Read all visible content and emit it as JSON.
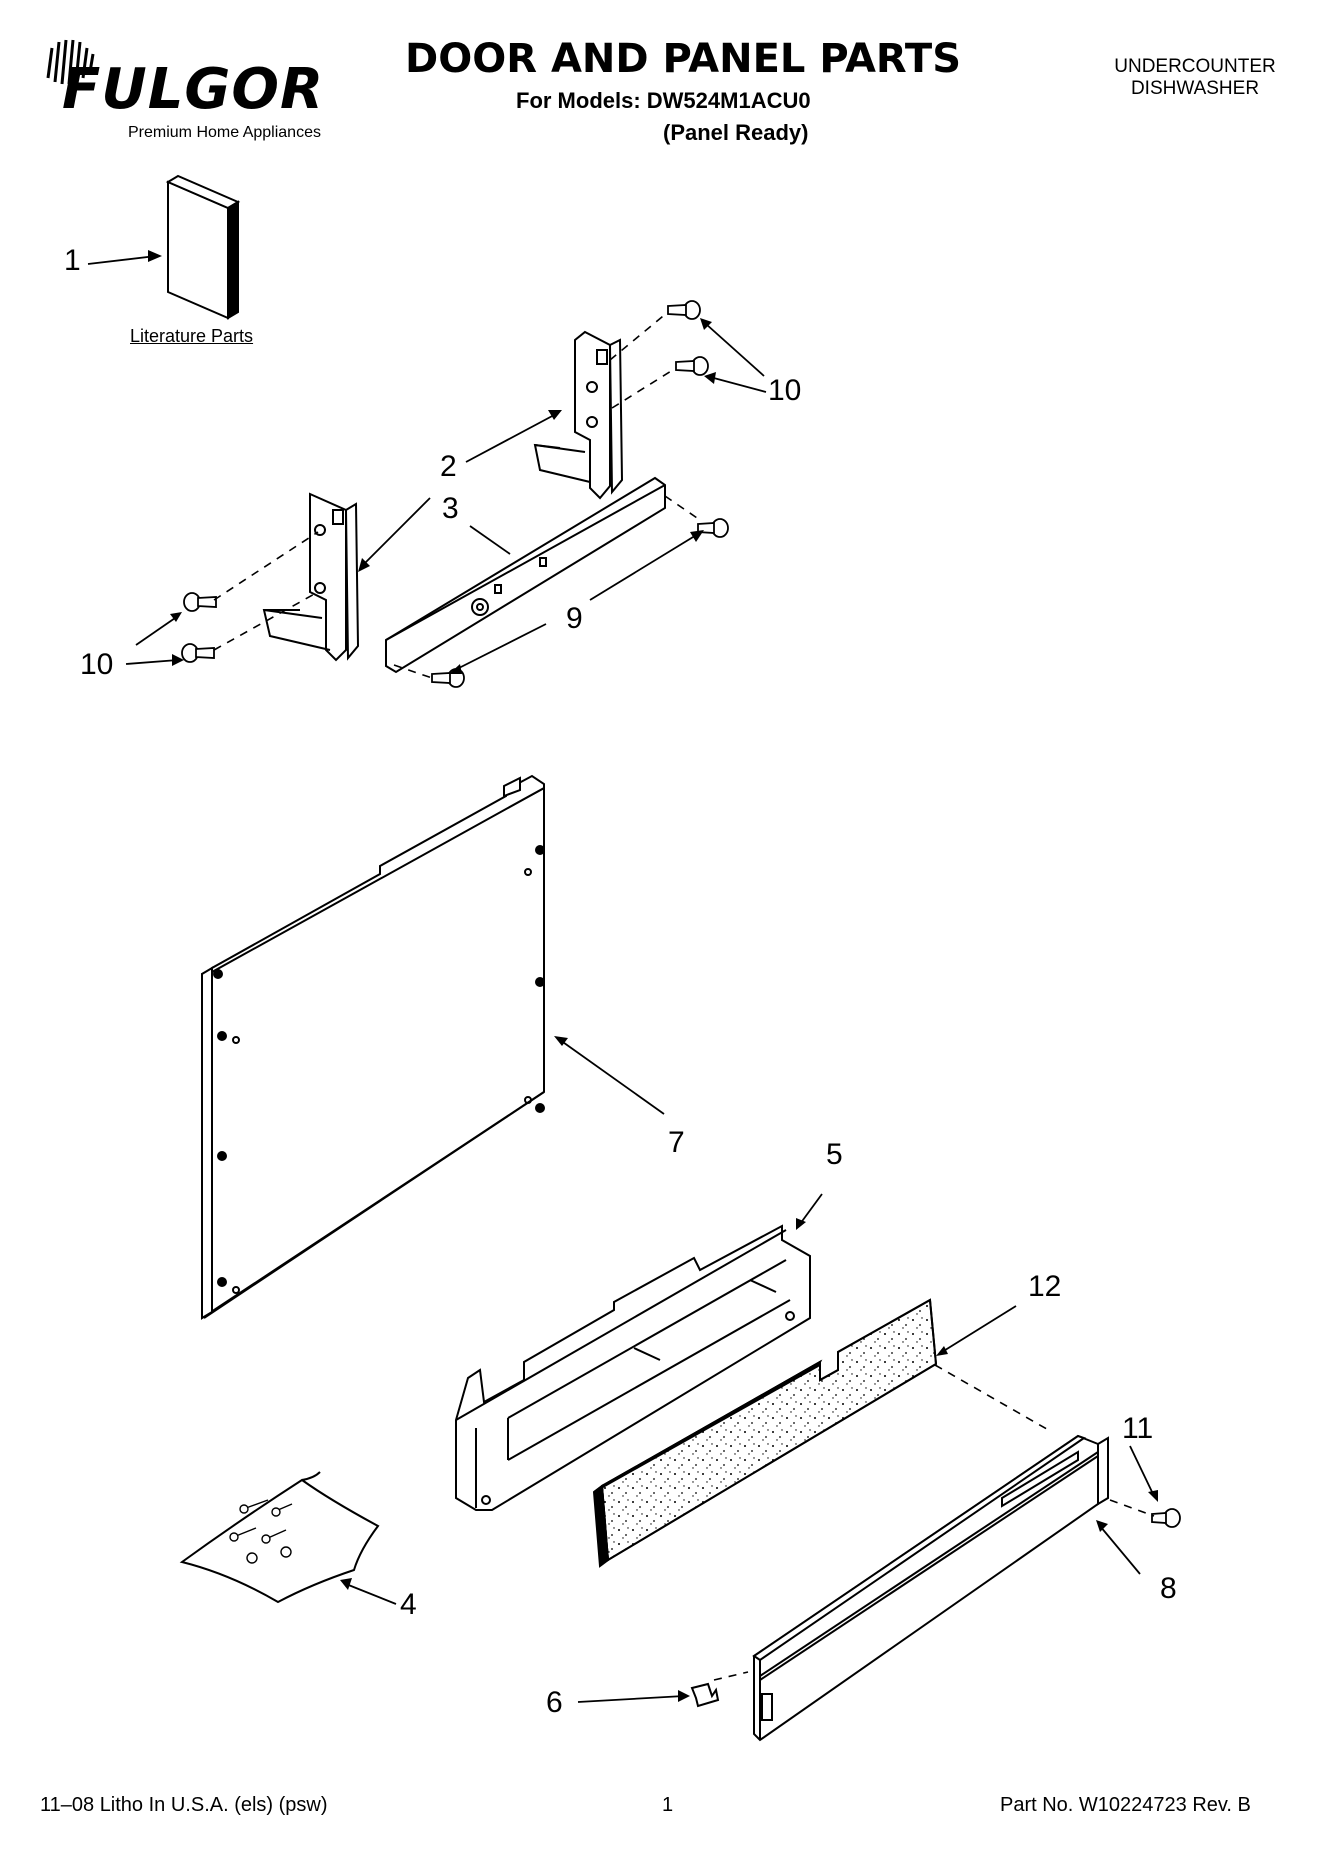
{
  "header": {
    "brand": "FULGOR",
    "tagline": "Premium Home Appliances",
    "title": "DOOR AND PANEL PARTS",
    "models": "For Models: DW524M1ACU0",
    "variant": "(Panel Ready)",
    "product_line1": "UNDERCOUNTER",
    "product_line2": "DISHWASHER"
  },
  "labels": {
    "literature": "Literature Parts"
  },
  "callouts": {
    "c1": "1",
    "c2": "2",
    "c3": "3",
    "c4": "4",
    "c5": "5",
    "c6": "6",
    "c7": "7",
    "c8": "8",
    "c9": "9",
    "c10a": "10",
    "c10b": "10",
    "c11": "11",
    "c12": "12"
  },
  "footer": {
    "left": "11–08 Litho In U.S.A. (els) (psw)",
    "page": "1",
    "part": "Part No. W10224723 Rev. B"
  }
}
